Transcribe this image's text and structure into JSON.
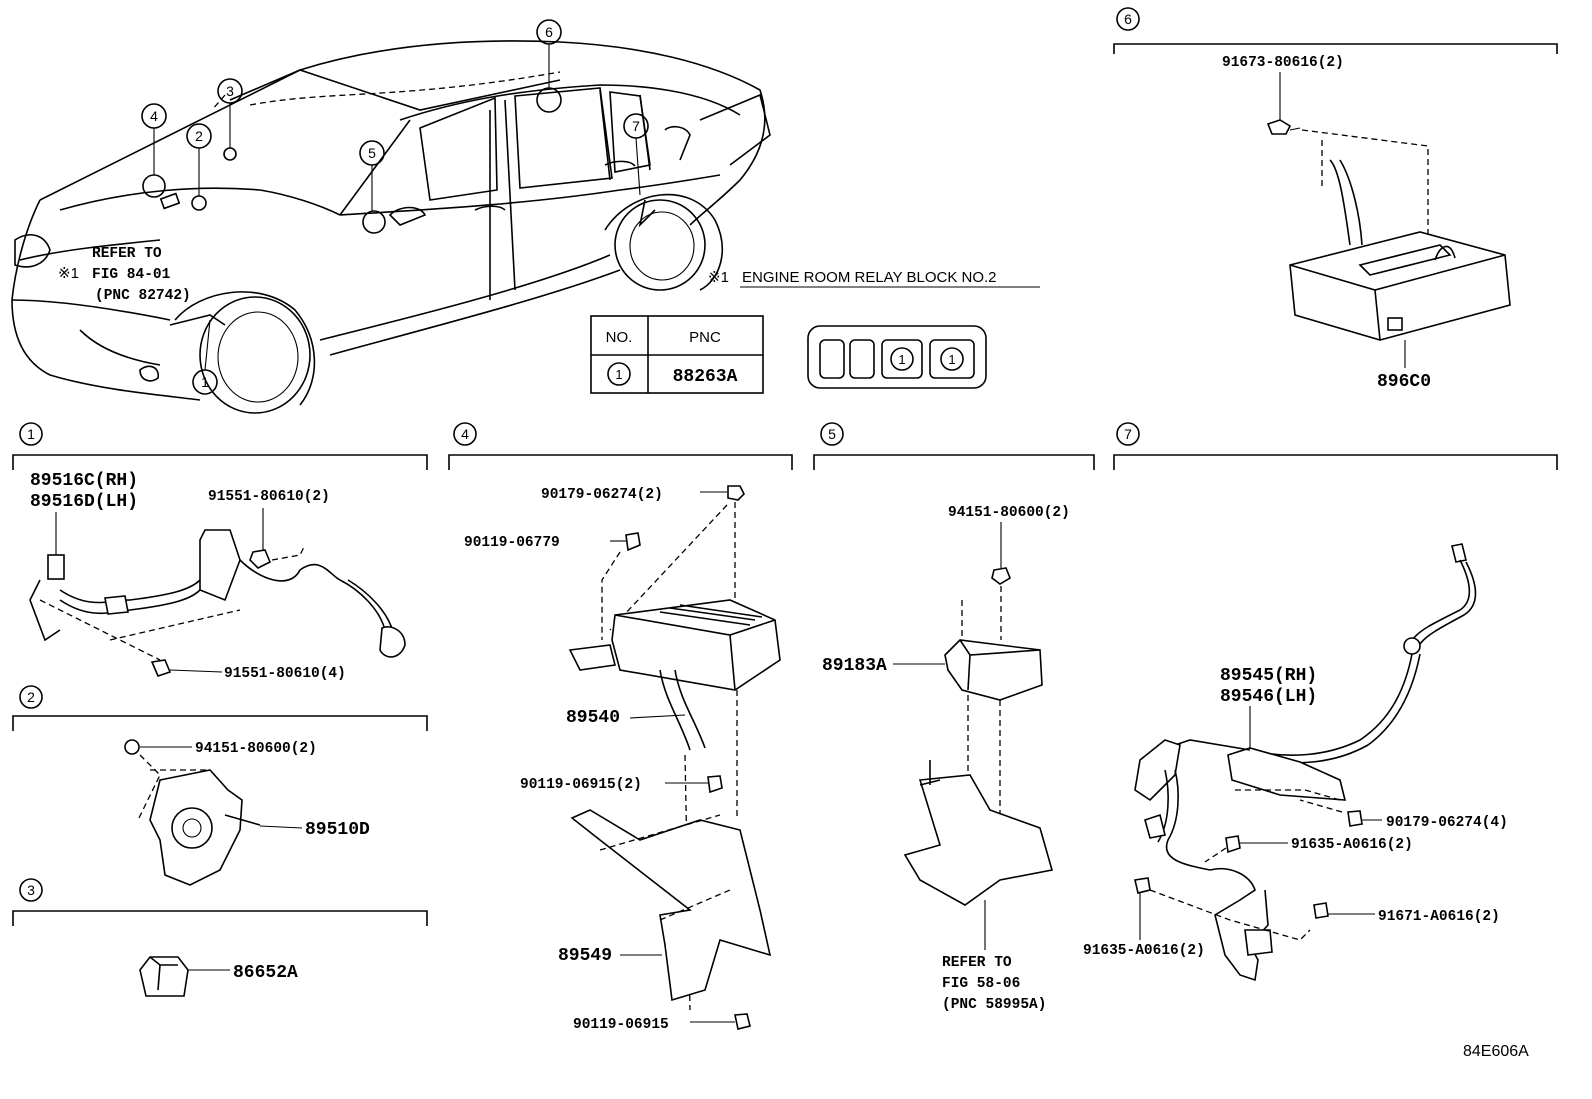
{
  "diagram_id": "84E606A",
  "note": {
    "mark": "※1",
    "text": "ENGINE ROOM RELAY BLOCK NO.2"
  },
  "refer_fig84": {
    "mark": "※1",
    "line1": "REFER TO",
    "line2": "FIG 84-01",
    "line3": "(PNC 82742)"
  },
  "table": {
    "col1": "NO.",
    "col2": "PNC",
    "row_no": "1",
    "row_pnc": "88263A"
  },
  "relay_block_slots": [
    "",
    "",
    "1",
    "1"
  ],
  "callouts": [
    "1",
    "2",
    "3",
    "4",
    "5",
    "6",
    "7"
  ],
  "section1": {
    "num": "1",
    "p1": "89516C(RH)",
    "p2": "89516D(LH)",
    "p3": "91551-80610(2)",
    "p4": "91551-80610(4)"
  },
  "section2": {
    "num": "2",
    "p1": "94151-80600(2)",
    "p2": "89510D"
  },
  "section3": {
    "num": "3",
    "p1": "86652A"
  },
  "section4": {
    "num": "4",
    "p1": "90179-06274(2)",
    "p2": "90119-06779",
    "p3": "89540",
    "p4": "90119-06915(2)",
    "p5": "89549",
    "p6": "90119-06915"
  },
  "section5": {
    "num": "5",
    "p1": "94151-80600(2)",
    "p2": "89183A",
    "r1": "REFER TO",
    "r2": "FIG 58-06",
    "r3": "(PNC 58995A)"
  },
  "section6": {
    "num": "6",
    "p1": "91673-80616(2)",
    "p2": "896C0"
  },
  "section7": {
    "num": "7",
    "p1": "89545(RH)",
    "p2": "89546(LH)",
    "p3": "90179-06274(4)",
    "p4": "91635-A0616(2)",
    "p5": "91671-A0616(2)",
    "p6": "91635-A0616(2)"
  }
}
